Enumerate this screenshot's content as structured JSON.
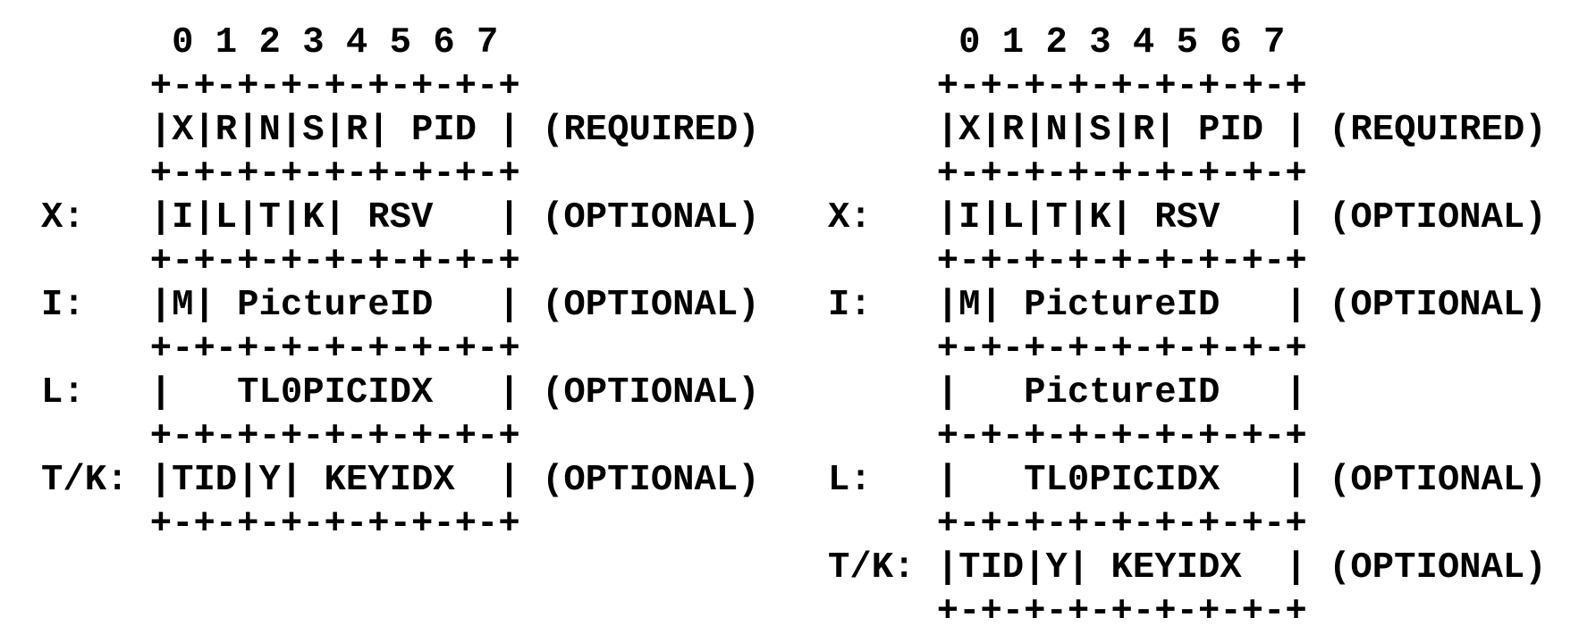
{
  "page": {
    "background_color": "#ffffff",
    "text_color": "#000000"
  },
  "figure": {
    "diagrams": [
      {
        "lines": [
          "      0 1 2 3 4 5 6 7",
          "     +-+-+-+-+-+-+-+-+",
          "     |X|R|N|S|R| PID | (REQUIRED)",
          "     +-+-+-+-+-+-+-+-+",
          "X:   |I|L|T|K| RSV   | (OPTIONAL)",
          "     +-+-+-+-+-+-+-+-+",
          "I:   |M| PictureID   | (OPTIONAL)",
          "     +-+-+-+-+-+-+-+-+",
          "L:   |   TL0PICIDX   | (OPTIONAL)",
          "     +-+-+-+-+-+-+-+-+",
          "T/K: |TID|Y| KEYIDX  | (OPTIONAL)",
          "     +-+-+-+-+-+-+-+-+"
        ]
      },
      {
        "lines": [
          "      0 1 2 3 4 5 6 7",
          "     +-+-+-+-+-+-+-+-+",
          "     |X|R|N|S|R| PID | (REQUIRED)",
          "     +-+-+-+-+-+-+-+-+",
          "X:   |I|L|T|K| RSV   | (OPTIONAL)",
          "     +-+-+-+-+-+-+-+-+",
          "I:   |M| PictureID   | (OPTIONAL)",
          "     +-+-+-+-+-+-+-+-+",
          "     |   PictureID   |",
          "     +-+-+-+-+-+-+-+-+",
          "L:   |   TL0PICIDX   | (OPTIONAL)",
          "     +-+-+-+-+-+-+-+-+",
          "T/K: |TID|Y| KEYIDX  | (OPTIONAL)",
          "     +-+-+-+-+-+-+-+-+"
        ]
      }
    ]
  }
}
